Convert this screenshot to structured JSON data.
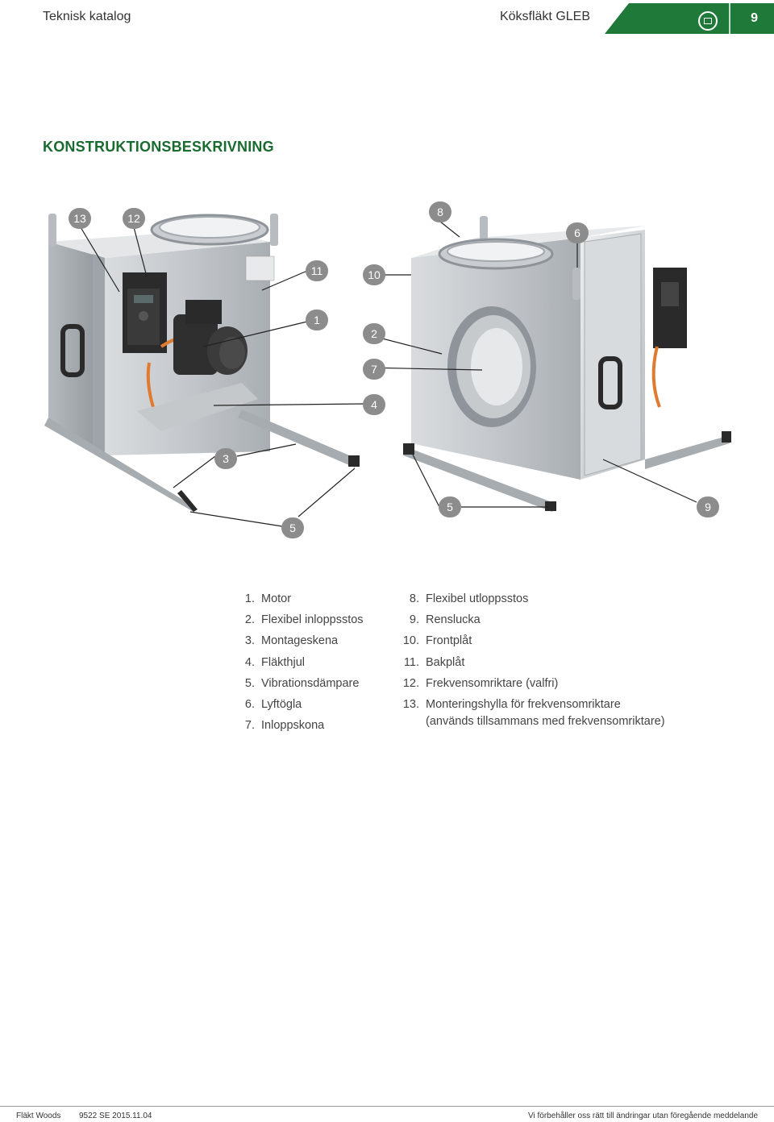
{
  "header": {
    "left": "Teknisk katalog",
    "product": "Köksfläkt GLEB",
    "page_number": "9",
    "tab_color": "#1f7a3a"
  },
  "section_title": "KONSTRUKTIONSBESKRIVNING",
  "callouts": [
    "13",
    "12",
    "11",
    "10",
    "1",
    "2",
    "7",
    "4",
    "3",
    "5",
    "8",
    "6",
    "5",
    "9"
  ],
  "parts_left": [
    {
      "num": "1.",
      "label": "Motor"
    },
    {
      "num": "2.",
      "label": "Flexibel inloppsstos"
    },
    {
      "num": "3.",
      "label": "Montageskena"
    },
    {
      "num": "4.",
      "label": "Fläkthjul"
    },
    {
      "num": "5.",
      "label": "Vibrationsdämpare"
    },
    {
      "num": "6.",
      "label": "Lyftögla"
    },
    {
      "num": "7.",
      "label": "Inloppskona"
    }
  ],
  "parts_right": [
    {
      "num": "8.",
      "label": "Flexibel utloppsstos"
    },
    {
      "num": "9.",
      "label": "Renslucka"
    },
    {
      "num": "10.",
      "label": "Frontplåt"
    },
    {
      "num": "11.",
      "label": "Bakplåt"
    },
    {
      "num": "12.",
      "label": "Frekvensomriktare (valfri)"
    },
    {
      "num": "13.",
      "label": "Monteringshylla för frekvensomriktare",
      "label2": "(används tillsammans med frekvensomriktare)"
    }
  ],
  "footer": {
    "company": "Fläkt Woods",
    "doc": "9522 SE 2015.11.04",
    "disclaimer": "Vi förbehåller oss rätt till ändringar utan föregående meddelande"
  }
}
